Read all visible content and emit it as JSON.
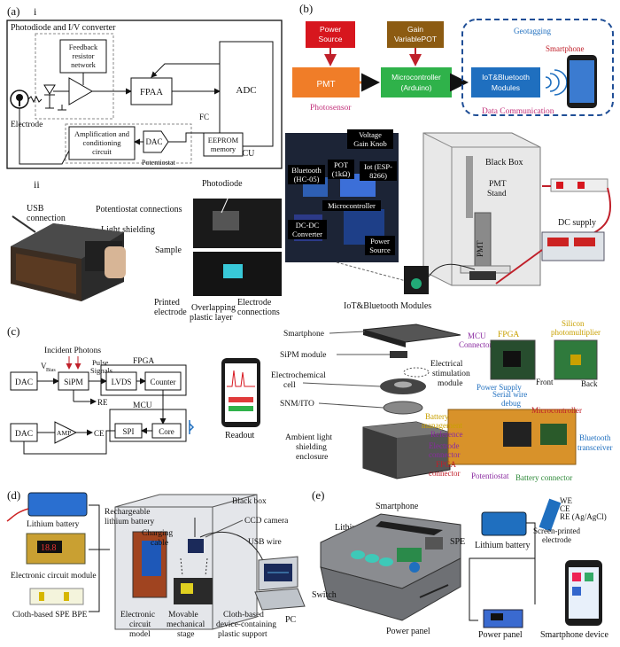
{
  "panel_a": {
    "letter": "(a)",
    "sub_i": "i",
    "sub_ii": "ii",
    "box_title": "Photodiode and I/V converter",
    "feedback": [
      "Feedback",
      "resistor",
      "network"
    ],
    "fpaa": "FPAA",
    "adc": "ADC",
    "fc": "FC",
    "mcu": "MCU",
    "electrode": "Electrode",
    "amp": [
      "Amplification and",
      "conditioning",
      "circuit"
    ],
    "dac": "DAC",
    "potentiostat": "Potentiostat",
    "eeprom": [
      "EEPROM",
      "memory"
    ],
    "usb": [
      "USB",
      "connection"
    ],
    "pot_conn": "Potentiostat connections",
    "light_shield": "Light shielding",
    "photodiode": "Photodiode",
    "sample": "Sample",
    "printed": [
      "Printed",
      "electrode"
    ],
    "overlap": [
      "Overlapping",
      "plastic layer"
    ],
    "econn": [
      "Electrode",
      "connections"
    ]
  },
  "panel_b": {
    "letter": "(b)",
    "power_source": [
      "Power",
      "Source"
    ],
    "gain": [
      "Gain",
      "VariablePOT"
    ],
    "pmt": "PMT",
    "photosensor": "Photosensor",
    "micro": [
      "Microcontroller",
      "(Arduino)"
    ],
    "iot": [
      "IoT&Bluetooth",
      "Modules"
    ],
    "geotagging": "Geotagging",
    "smartphone": "Smartphone",
    "datacomm": "Data Communication",
    "voltage": [
      "Voltage",
      "Gain Knob"
    ],
    "bt": [
      "Bluetooth",
      "(HC-05)"
    ],
    "pot": [
      "POT",
      "(1kΩ)"
    ],
    "iot_esp": [
      "Iot (ESP-",
      "8266)"
    ],
    "microcontroller": "Microcontroller",
    "dcdc": [
      "DC-DC",
      "Converter"
    ],
    "power_src2": [
      "Power",
      "Source"
    ],
    "blackbox": "Black Box",
    "pmt_stand": [
      "PMT",
      "Stand"
    ],
    "pmt2": "PMT",
    "dc_supply": "DC supply",
    "iot_modules": "IoT&Bluetooth Modules"
  },
  "panel_c": {
    "letter": "(c)",
    "incident": "Incident Photons",
    "vbias": "V",
    "vbias_sub": "Bias",
    "pulse": [
      "Pulse",
      "Signals"
    ],
    "fpga": "FPGA",
    "dac1": "DAC",
    "sipm": "SiPM",
    "lvds": "LVDS",
    "counter": "Counter",
    "re": "RE",
    "mcu": "MCU",
    "ce": "CE",
    "dac2": "DAC",
    "amp": "AMP",
    "spi": "SPI",
    "core": "Core",
    "readout": "Readout",
    "smartphone": "Smartphone",
    "sipm_module": "SiPM module",
    "echem": [
      "Electrochemical",
      "cell"
    ],
    "estim": [
      "Electrical",
      "stimulation",
      "module"
    ],
    "snm": "SNM/ITO",
    "ambient": [
      "Ambient light",
      "shielding",
      "enclosure"
    ],
    "mcu_conn": [
      "MCU",
      "Connector"
    ],
    "fpga2": "FPGA",
    "silicon": [
      "Silicon",
      "photomultiplier"
    ],
    "power_supply": "Power Supply",
    "front": "Front",
    "back": "Back",
    "battery_mgmt": [
      "Battery",
      "management"
    ],
    "reference": "Reference",
    "serial": [
      "Serial wire",
      "debug"
    ],
    "microcontroller": "Microcontroller",
    "e_conn": [
      "Electrode",
      "connector"
    ],
    "fpga_conn": [
      "FPGA",
      "connector"
    ],
    "potentiostat": "Potentiostat",
    "battery_conn": "Battery connector",
    "bluetooth": [
      "Bluetooth",
      "transceiver"
    ]
  },
  "panel_d": {
    "letter": "(d)",
    "lithium": "Lithium battery",
    "rech": [
      "Rechargeable",
      "lithium battery"
    ],
    "charging": [
      "Charging",
      "cable"
    ],
    "ecm": "Electronic circuit module",
    "cloth": "Cloth-based SPE BPE",
    "blackbox": "Black box",
    "ccd": "CCD camera",
    "usb": "USB wire",
    "ecmodel": [
      "Electronic",
      "circuit",
      "model"
    ],
    "stage": [
      "Movable",
      "mechanical",
      "stage"
    ],
    "cloth_dev": [
      "Cloth-based",
      "device-containing",
      "plastic support"
    ],
    "pc": "PC",
    "display": "18.8"
  },
  "panel_e": {
    "letter": "(e)",
    "smartphone": "Smartphone",
    "lithium": "Lithium battery",
    "spe": "SPE",
    "switch": "Switch",
    "power_panel": "Power panel",
    "lithium2": "Lithium battery",
    "we": "WE",
    "ce": "CE",
    "re": "RE (Ag/AgCl)",
    "screen": [
      "Screen-printed",
      "electrode"
    ],
    "power_panel2": "Power panel",
    "smart_dev": "Smartphone device"
  }
}
